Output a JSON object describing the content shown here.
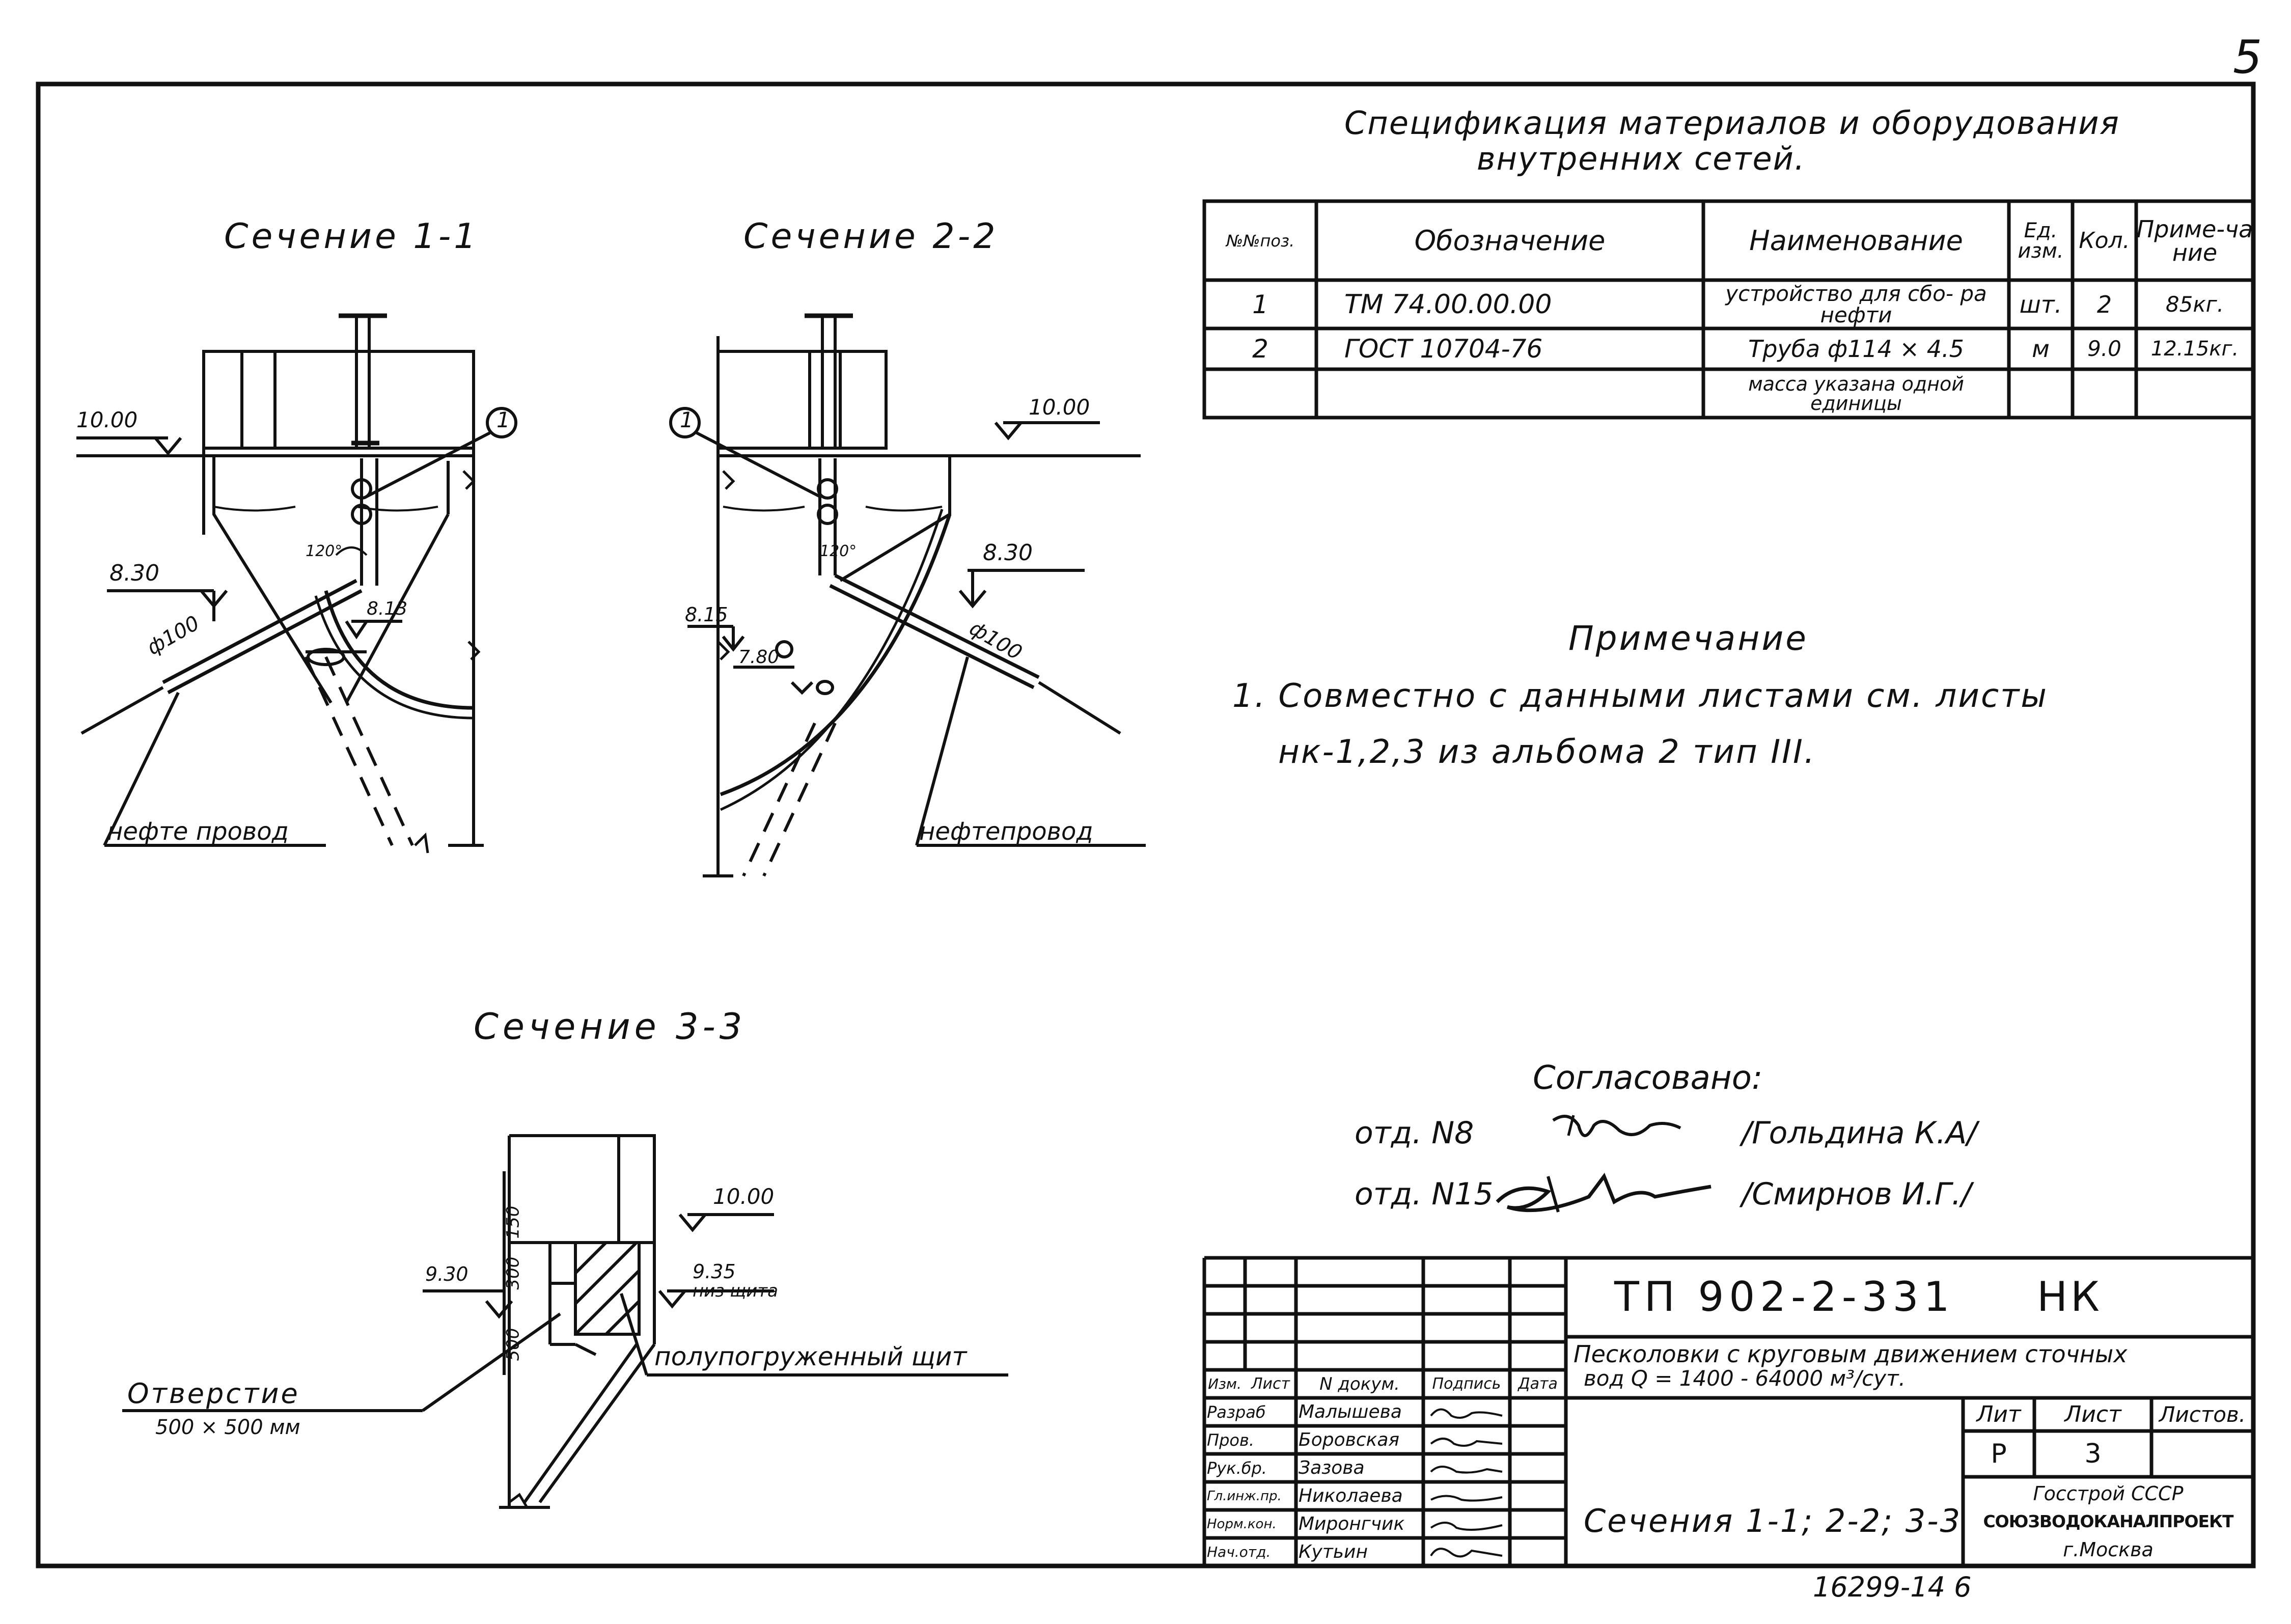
{
  "page_number": "5",
  "sections": {
    "s11": "Сечение 1-1",
    "s22": "Сечение 2-2",
    "s33": "Сечение 3-3"
  },
  "levels": {
    "l1000": "10.00",
    "l830": "8.30",
    "l813": "8.13",
    "l815": "8.15",
    "l780": "7.80",
    "l930": "9.30",
    "l935": "9.35",
    "niz_shchita": "низ щита"
  },
  "dims": {
    "d100": "ф100",
    "dim150": "150",
    "dim300": "300",
    "dim500": "500"
  },
  "callout_1": "1",
  "angle_120": "120°",
  "labels": {
    "nefteprovod_1": "нефте провод",
    "nefteprovod_2": "нефтепровод",
    "polupogr": "полупогруженный щит",
    "otverstie": "Отверстие",
    "otverstie_size": "500 × 500 мм"
  },
  "spec": {
    "title_line1": "Спецификация материалов и оборудования",
    "title_line2": "внутренних сетей.",
    "headers": {
      "pos": "№№поз.",
      "oboz": "Обозначение",
      "naim": "Наименование",
      "ed": "Ед. изм.",
      "kol": "Кол.",
      "prim": "Приме-чание"
    },
    "rows": [
      {
        "pos": "1",
        "oboz": "ТМ 74.00.00.00",
        "naim": "устройство для сбо- ра нефти",
        "ed": "шт.",
        "kol": "2",
        "prim": "85кг."
      },
      {
        "pos": "2",
        "oboz": "ГОСТ 10704-76",
        "naim": "Труба ф114 × 4.5",
        "ed": "м",
        "kol": "9.0",
        "prim": "12.15кг."
      },
      {
        "pos": "",
        "oboz": "",
        "naim": "масса указана одной единицы",
        "ed": "",
        "kol": "",
        "prim": ""
      }
    ]
  },
  "note": {
    "title": "Примечание",
    "line1": "1. Совместно с данными листами см. листы",
    "line2": "нк-1,2,3 из альбома 2 тип III."
  },
  "agreed": {
    "title": "Согласовано:",
    "row1_dept": "отд. N8",
    "row1_name": "/Гольдина К.А/",
    "row2_dept": "отд. N15",
    "row2_name": "/Смирнов И.Г./"
  },
  "stamp": {
    "code": "ТП 902-2-331",
    "nk": "НК",
    "desc_line1": "Песколовки с круговым движением сточных",
    "desc_line2": "вод Q = 1400 - 64000 м³/сут.",
    "sheet_title": "Сечения 1-1; 2-2; 3-3",
    "lit_label": "Лит",
    "list_label": "Лист",
    "listov_label": "Листов.",
    "lit_value": "Р",
    "list_value": "3",
    "org_line1": "Госстрой СССР",
    "org_line2": "СОЮЗВОДОКАНАЛПРОЕКТ",
    "org_line3": "г.Москва",
    "header_cols": [
      "Изм.",
      "Лист",
      "N докум.",
      "Подпись",
      "Дата"
    ],
    "people": [
      {
        "role": "Разраб",
        "name": "Малышева"
      },
      {
        "role": "Пров.",
        "name": "Боровская"
      },
      {
        "role": "Рук.бр.",
        "name": "Зазова"
      },
      {
        "role": "Гл.инж.пр.",
        "name": "Николаева"
      },
      {
        "role": "Норм.кон.",
        "name": "Миронгчик"
      },
      {
        "role": "Нач.отд.",
        "name": "Кутьин"
      }
    ]
  },
  "bottom_number": "16299-14 6"
}
